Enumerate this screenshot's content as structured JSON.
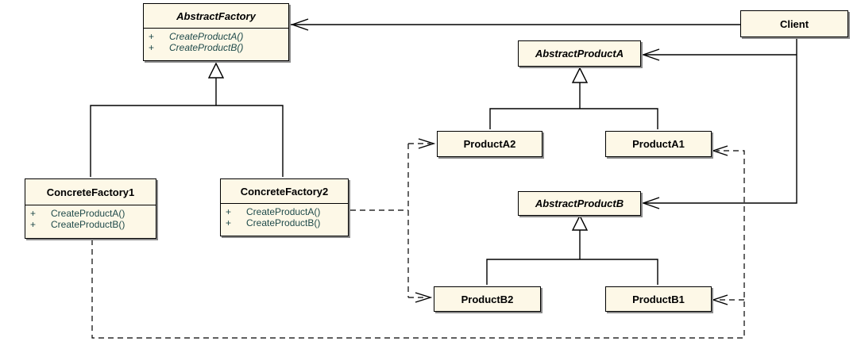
{
  "diagram": {
    "abstract_factory": {
      "name": "AbstractFactory",
      "ops": [
        {
          "vis": "+",
          "name": "CreateProductA()"
        },
        {
          "vis": "+",
          "name": "CreateProductB()"
        }
      ]
    },
    "client": {
      "name": "Client"
    },
    "abstract_product_a": {
      "name": "AbstractProductA"
    },
    "abstract_product_b": {
      "name": "AbstractProductB"
    },
    "concrete_factory_1": {
      "name": "ConcreteFactory1",
      "ops": [
        {
          "vis": "+",
          "name": "CreateProductA()"
        },
        {
          "vis": "+",
          "name": "CreateProductB()"
        }
      ]
    },
    "concrete_factory_2": {
      "name": "ConcreteFactory2",
      "ops": [
        {
          "vis": "+",
          "name": "CreateProductA()"
        },
        {
          "vis": "+",
          "name": "CreateProductB()"
        }
      ]
    },
    "product_a2": {
      "name": "ProductA2"
    },
    "product_a1": {
      "name": "ProductA1"
    },
    "product_b2": {
      "name": "ProductB2"
    },
    "product_b1": {
      "name": "ProductB1"
    }
  },
  "colors": {
    "box_fill": "#fdf8e7",
    "line": "#000000",
    "shadow": "#8a8a8a",
    "operation_text": "#1f4a4a"
  }
}
